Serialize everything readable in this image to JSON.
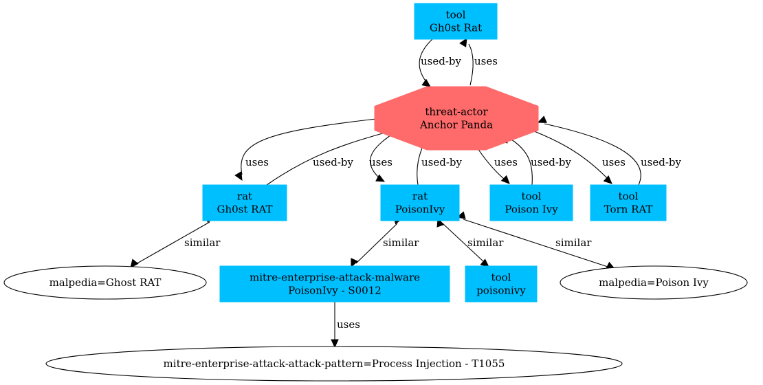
{
  "graph": {
    "colors": {
      "box_fill": "#00bfff",
      "actor_fill": "#ff6a6a",
      "ellipse_fill": "#ffffff",
      "edge": "#000000"
    },
    "nodes": [
      {
        "id": "tool_gh0st_rat",
        "shape": "box",
        "lines": [
          "tool",
          "Gh0st Rat"
        ]
      },
      {
        "id": "threat_actor",
        "shape": "octagon",
        "lines": [
          "threat-actor",
          "Anchor Panda"
        ]
      },
      {
        "id": "rat_gh0st",
        "shape": "box",
        "lines": [
          "rat",
          "Gh0st RAT"
        ]
      },
      {
        "id": "rat_poisonivy",
        "shape": "box",
        "lines": [
          "rat",
          "PoisonIvy"
        ]
      },
      {
        "id": "tool_poison_ivy",
        "shape": "box",
        "lines": [
          "tool",
          "Poison Ivy"
        ]
      },
      {
        "id": "tool_torn_rat",
        "shape": "box",
        "lines": [
          "tool",
          "Torn RAT"
        ]
      },
      {
        "id": "malpedia_ghost",
        "shape": "ellipse",
        "lines": [
          "malpedia=Ghost RAT"
        ]
      },
      {
        "id": "mitre_malware",
        "shape": "box",
        "lines": [
          "mitre-enterprise-attack-malware",
          "PoisonIvy - S0012"
        ]
      },
      {
        "id": "tool_poisonivy",
        "shape": "box",
        "lines": [
          "tool",
          "poisonivy"
        ]
      },
      {
        "id": "malpedia_poison",
        "shape": "ellipse",
        "lines": [
          "malpedia=Poison Ivy"
        ]
      },
      {
        "id": "attack_pattern",
        "shape": "ellipse",
        "lines": [
          "mitre-enterprise-attack-attack-pattern=Process Injection - T1055"
        ]
      }
    ],
    "edges": [
      {
        "from": "tool_gh0st_rat",
        "to": "threat_actor",
        "label": "used-by",
        "dir": "forward"
      },
      {
        "from": "threat_actor",
        "to": "tool_gh0st_rat",
        "label": "uses",
        "dir": "forward"
      },
      {
        "from": "threat_actor",
        "to": "rat_gh0st",
        "label": "uses",
        "dir": "forward"
      },
      {
        "from": "rat_gh0st",
        "to": "threat_actor",
        "label": "used-by",
        "dir": "forward"
      },
      {
        "from": "threat_actor",
        "to": "rat_poisonivy",
        "label": "uses",
        "dir": "forward"
      },
      {
        "from": "rat_poisonivy",
        "to": "threat_actor",
        "label": "used-by",
        "dir": "forward"
      },
      {
        "from": "threat_actor",
        "to": "tool_poison_ivy",
        "label": "uses",
        "dir": "forward"
      },
      {
        "from": "tool_poison_ivy",
        "to": "threat_actor",
        "label": "used-by",
        "dir": "forward"
      },
      {
        "from": "threat_actor",
        "to": "tool_torn_rat",
        "label": "uses",
        "dir": "forward"
      },
      {
        "from": "tool_torn_rat",
        "to": "threat_actor",
        "label": "used-by",
        "dir": "forward"
      },
      {
        "from": "rat_gh0st",
        "to": "malpedia_ghost",
        "label": "similar",
        "dir": "both"
      },
      {
        "from": "rat_poisonivy",
        "to": "mitre_malware",
        "label": "similar",
        "dir": "both"
      },
      {
        "from": "rat_poisonivy",
        "to": "tool_poisonivy",
        "label": "similar",
        "dir": "both"
      },
      {
        "from": "rat_poisonivy",
        "to": "malpedia_poison",
        "label": "similar",
        "dir": "both"
      },
      {
        "from": "mitre_malware",
        "to": "attack_pattern",
        "label": "uses",
        "dir": "forward"
      }
    ]
  }
}
